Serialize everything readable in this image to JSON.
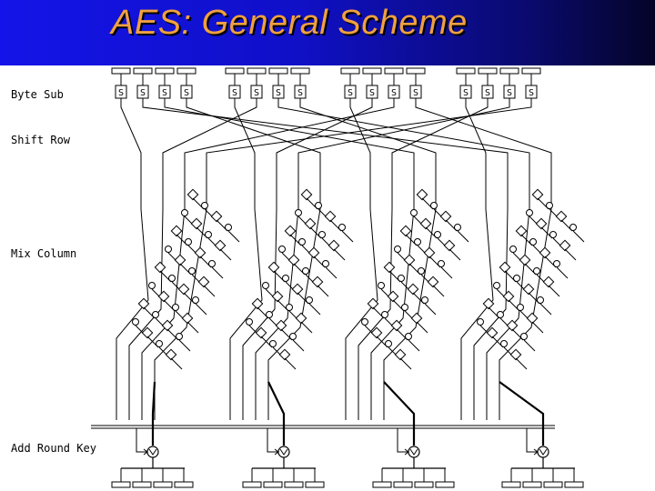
{
  "title": "AES:  General Scheme",
  "round_labels": {
    "byte_sub": "Byte Sub",
    "shift_row": "Shift Row",
    "mix_column": "Mix Column",
    "add_round_key": "Add Round Key"
  },
  "sbox_letter": "S",
  "colors": {
    "title_text": "#f0a040",
    "title_bar": "#1414e8",
    "lines": "#000000"
  }
}
